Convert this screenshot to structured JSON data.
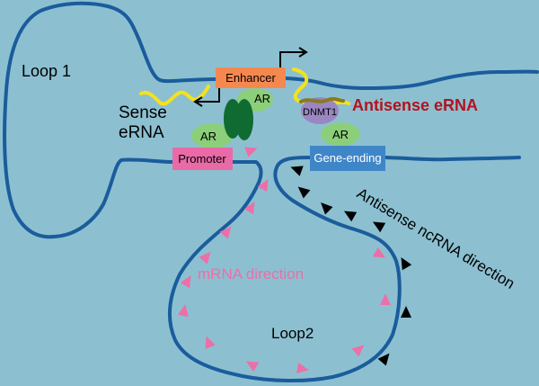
{
  "labels": {
    "loop1": "Loop 1",
    "loop2": "Loop2",
    "sense_line1": "Sense",
    "sense_line2": "eRNA",
    "antisense_erna": "Antisense eRNA",
    "mrna_direction": "mRNA direction",
    "antisense_ncrna_direction": "Antisense ncRNA direction"
  },
  "elements": {
    "enhancer": "Enhancer",
    "promoter": "Promoter",
    "gene_ending": "Gene-ending",
    "ar": "AR",
    "dnmt1": "DNMT1"
  },
  "colors": {
    "background": "#8cc0d1",
    "dna": "#1b5c9c",
    "enhancer": "#f5884f",
    "promoter": "#ea6aa8",
    "gene_ending": "#3f86c8",
    "ar": "#8ccf7a",
    "polymerase": "#0f6b32",
    "dnmt1": "#9a86c2",
    "erna": "#f5e11c",
    "antisense_text": "#b3121e",
    "mrna": "#ec6fa8"
  }
}
